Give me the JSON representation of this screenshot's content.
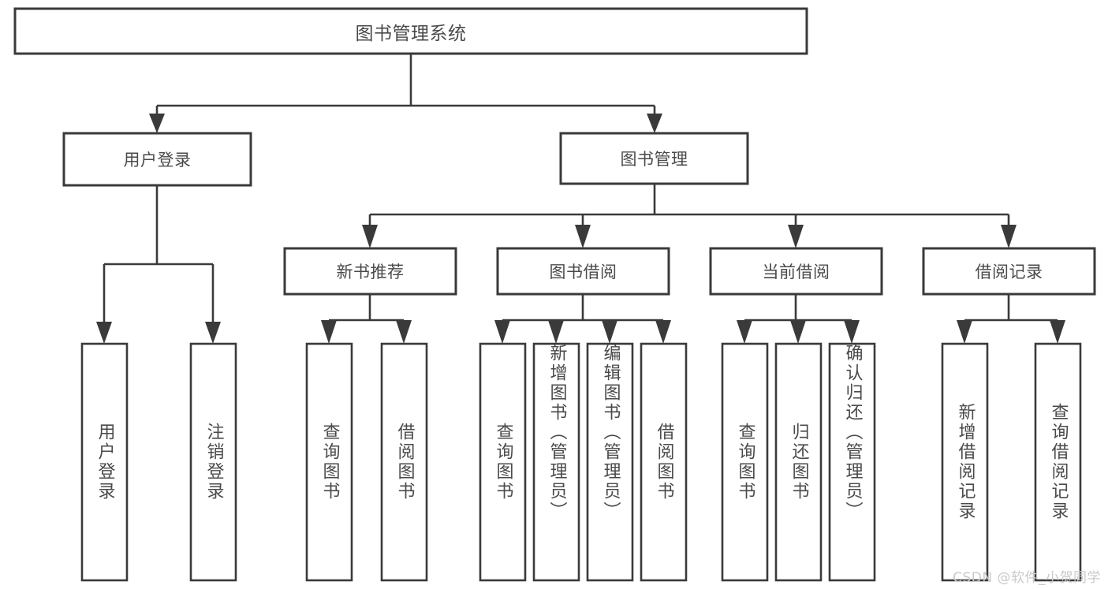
{
  "diagram": {
    "type": "tree-hierarchy-chart",
    "title": "图书管理系统",
    "stroke_color": "#3a3a3a",
    "text_color": "#4a4a4a",
    "background_color": "#ffffff",
    "root": {
      "label": "图书管理系统",
      "orientation": "horizontal"
    },
    "level1": [
      {
        "id": "user-login",
        "label": "用户登录",
        "orientation": "horizontal"
      },
      {
        "id": "book-manage",
        "label": "图书管理",
        "orientation": "horizontal"
      }
    ],
    "level2": [
      {
        "id": "new-book-recommend",
        "label": "新书推荐",
        "orientation": "horizontal",
        "parent": "book-manage"
      },
      {
        "id": "book-borrow",
        "label": "图书借阅",
        "orientation": "horizontal",
        "parent": "book-manage"
      },
      {
        "id": "current-borrow",
        "label": "当前借阅",
        "orientation": "horizontal",
        "parent": "book-manage"
      },
      {
        "id": "borrow-record",
        "label": "借阅记录",
        "orientation": "horizontal",
        "parent": "book-manage"
      }
    ],
    "leaves": [
      {
        "id": "leaf-user-login",
        "label": "用户登录",
        "parent": "user-login",
        "orientation": "vertical"
      },
      {
        "id": "leaf-logout",
        "label": "注销登录",
        "parent": "user-login",
        "orientation": "vertical"
      },
      {
        "id": "leaf-query-book-1",
        "label": "查询图书",
        "parent": "new-book-recommend",
        "orientation": "vertical"
      },
      {
        "id": "leaf-borrow-book-1",
        "label": "借阅图书",
        "parent": "new-book-recommend",
        "orientation": "vertical"
      },
      {
        "id": "leaf-query-book-2",
        "label": "查询图书",
        "parent": "book-borrow",
        "orientation": "vertical"
      },
      {
        "id": "leaf-add-book",
        "label": "新增图书（管理员）",
        "parent": "book-borrow",
        "orientation": "vertical"
      },
      {
        "id": "leaf-edit-book",
        "label": "编辑图书（管理员）",
        "parent": "book-borrow",
        "orientation": "vertical"
      },
      {
        "id": "leaf-borrow-book-2",
        "label": "借阅图书",
        "parent": "book-borrow",
        "orientation": "vertical"
      },
      {
        "id": "leaf-query-book-3",
        "label": "查询图书",
        "parent": "current-borrow",
        "orientation": "vertical"
      },
      {
        "id": "leaf-return-book",
        "label": "归还图书",
        "parent": "current-borrow",
        "orientation": "vertical"
      },
      {
        "id": "leaf-confirm-return",
        "label": "确认归还（管理员）",
        "parent": "current-borrow",
        "orientation": "vertical"
      },
      {
        "id": "leaf-add-record",
        "label": "新增借阅记录",
        "parent": "borrow-record",
        "orientation": "vertical"
      },
      {
        "id": "leaf-query-record",
        "label": "查询借阅记录",
        "parent": "borrow-record",
        "orientation": "vertical"
      }
    ]
  },
  "watermark": {
    "text": "CSDN @软件_小贺同学"
  }
}
